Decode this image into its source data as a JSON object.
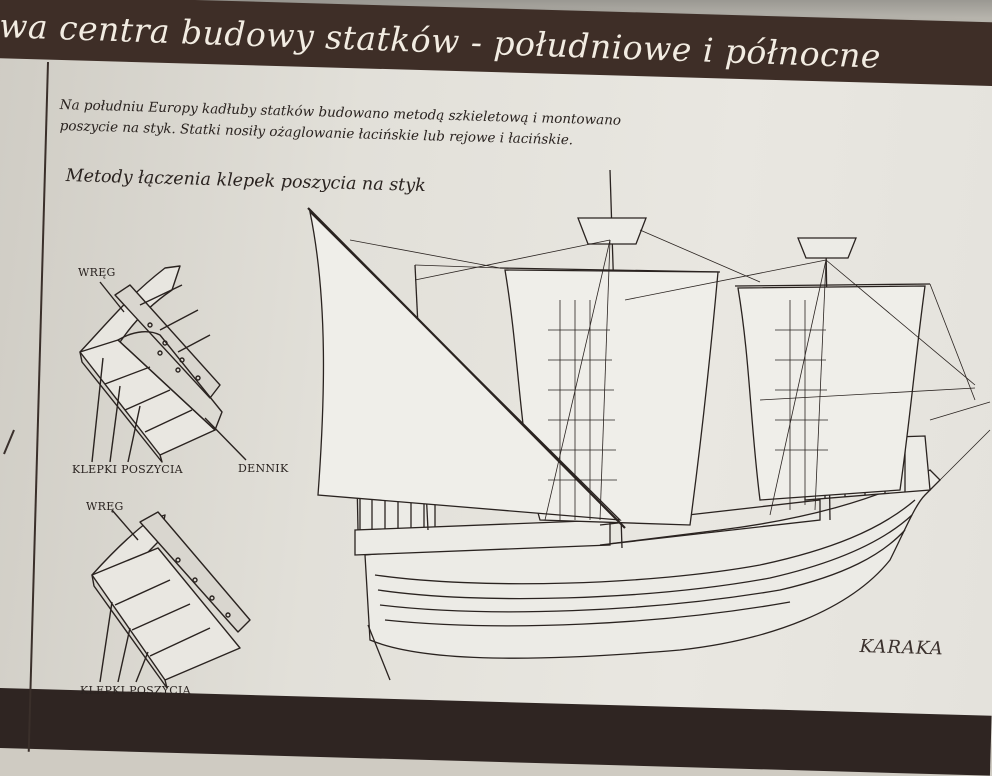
{
  "panel": {
    "title": "wa centra budowy statków - południowe i północne",
    "intro_line1": "Na południu Europy kadłuby statków budowano metodą szkieletową i montowano",
    "intro_line2": "poszycie na styk. Statki nosiły ożaglowanie łacińskie lub rejowe i łacińskie.",
    "subheading": "Metody łączenia klepek poszycia na styk",
    "labels": {
      "wreg_top": "WRĘG",
      "klepki_top": "KLEPKI POSZYCIA",
      "dennik": "DENNIK",
      "wreg_bottom": "WRĘG",
      "klepki_bottom": "KLEPKI POSZYCIA"
    },
    "ship_caption": "KARAKA"
  },
  "colors": {
    "banner": "#3e2e27",
    "panel_bg": "#e6e4de",
    "ink": "#2a2320",
    "banner_text": "#f2ece2"
  }
}
